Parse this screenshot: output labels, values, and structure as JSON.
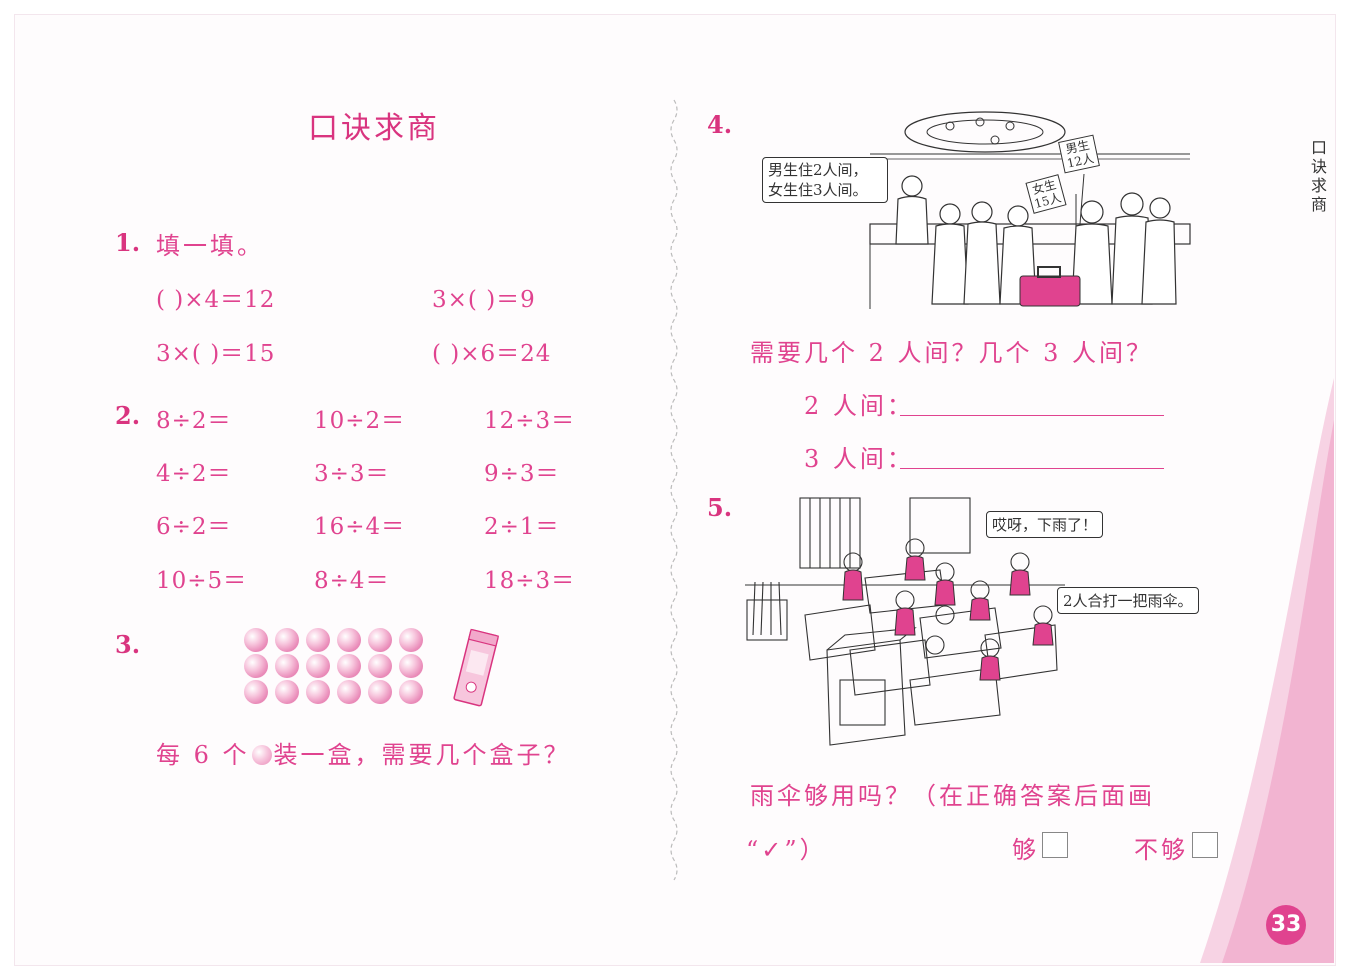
{
  "title": "口诀求商",
  "sidebar_text": "口诀求商",
  "page_number": "33",
  "q1": {
    "num": "1.",
    "label": "填一填。",
    "eqs": [
      "(      )×4＝12",
      "3×(      )＝9",
      "3×(      )＝15",
      "(      )×6＝24"
    ]
  },
  "q2": {
    "num": "2.",
    "rows": [
      [
        "8÷2＝",
        "10÷2＝",
        "12÷3＝"
      ],
      [
        "4÷2＝",
        "3÷3＝",
        "9÷3＝"
      ],
      [
        "6÷2＝",
        "16÷4＝",
        "2÷1＝"
      ],
      [
        "10÷5＝",
        "8÷4＝",
        "18÷3＝"
      ]
    ]
  },
  "q3": {
    "num": "3.",
    "text_before": "每 6 个",
    "text_after": "装一盒，需要几个盒子？",
    "ball_count": 18
  },
  "q4": {
    "num": "4.",
    "bubble_line1": "男生住2人间，",
    "bubble_line2": "女生住3人间。",
    "sign_boys_line1": "男生",
    "sign_boys_line2": "12人",
    "sign_girls_line1": "女生",
    "sign_girls_line2": "15人",
    "question": "需要几个 2 人间？几个 3 人间？",
    "answer1_label": "2 人间：",
    "answer2_label": "3 人间："
  },
  "q5": {
    "num": "5.",
    "bubble1": "哎呀，下雨了！",
    "bubble2": "2人合打一把雨伞。",
    "question_line1": "雨伞够用吗？（在正确答案后面画",
    "question_line2": "“✓”）",
    "option_enough": "够",
    "option_not_enough": "不够"
  },
  "colors": {
    "accent": "#e0438f",
    "pink_light": "#f6c9df"
  }
}
